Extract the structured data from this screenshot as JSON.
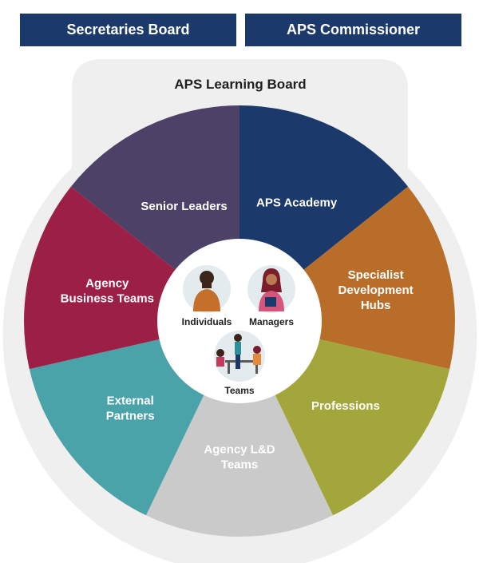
{
  "top_boxes": {
    "left": "Secretaries Board",
    "right": "APS Commissioner"
  },
  "board_title": "APS Learning Board",
  "segments": [
    {
      "id": "senior-leaders",
      "lines": [
        "Senior Leaders"
      ],
      "color": "#4e4168",
      "text_color": "#ffffff"
    },
    {
      "id": "aps-academy",
      "lines": [
        "APS Academy"
      ],
      "color": "#1b3a6b",
      "text_color": "#ffffff"
    },
    {
      "id": "specialist-development-hubs",
      "lines": [
        "Specialist",
        "Development",
        "Hubs"
      ],
      "color": "#b86e28",
      "text_color": "#ffffff"
    },
    {
      "id": "professions",
      "lines": [
        "Professions"
      ],
      "color": "#a3a63a",
      "text_color": "#ffffff"
    },
    {
      "id": "agency-ld-teams",
      "lines": [
        "Agency L&D",
        "Teams"
      ],
      "color": "#cacaca",
      "text_color": "#1f1f1f"
    },
    {
      "id": "external-partners",
      "lines": [
        "External",
        "Partners"
      ],
      "color": "#4aa3a8",
      "text_color": "#ffffff"
    },
    {
      "id": "agency-business-teams",
      "lines": [
        "Agency",
        "Business Teams"
      ],
      "color": "#9c1f45",
      "text_color": "#ffffff"
    }
  ],
  "hub": {
    "individuals": "Individuals",
    "managers": "Managers",
    "teams": "Teams"
  },
  "colors": {
    "frame": "#efefef",
    "navy": "#1b3a6b",
    "hub_circle_bg": "#e3ebef"
  },
  "icons": [
    "person-individual-icon",
    "person-manager-icon",
    "team-meeting-icon"
  ]
}
